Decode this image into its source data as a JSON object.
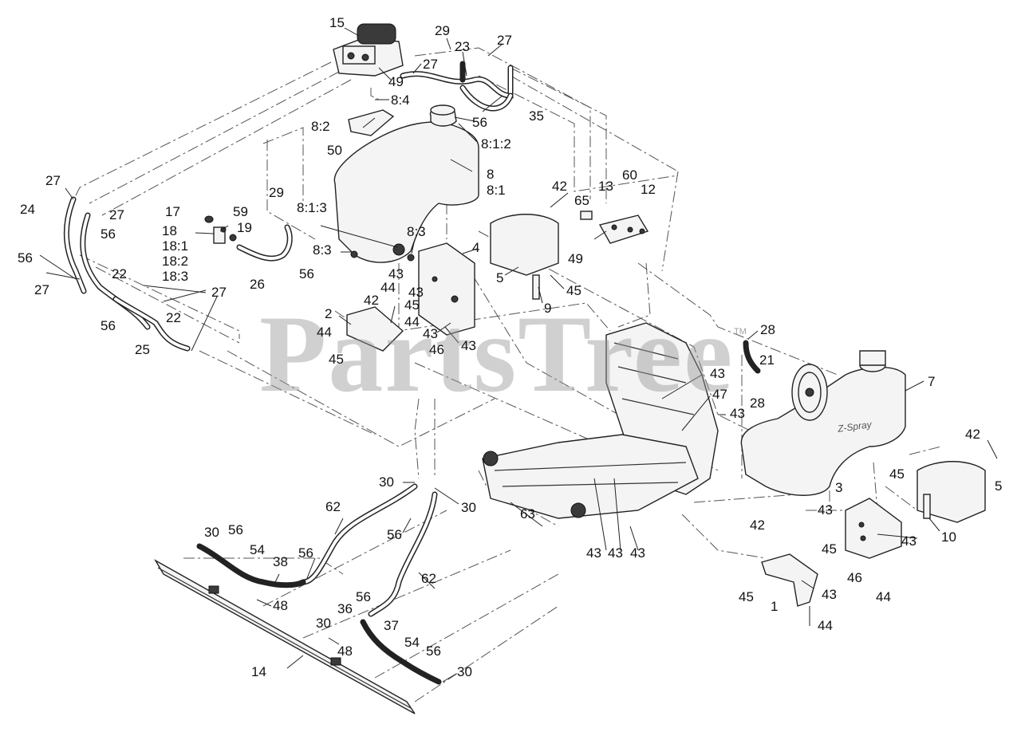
{
  "watermark": "PartsTree",
  "watermark_tm": "TM",
  "brand_logo": "Z-Spray",
  "callouts": [
    {
      "id": "c15",
      "text": "15"
    },
    {
      "id": "c29a",
      "text": "29"
    },
    {
      "id": "c27a",
      "text": "27"
    },
    {
      "id": "c23",
      "text": "23"
    },
    {
      "id": "c27b",
      "text": "27"
    },
    {
      "id": "c49a",
      "text": "49"
    },
    {
      "id": "c8_4",
      "text": "8:4"
    },
    {
      "id": "c56a",
      "text": "56"
    },
    {
      "id": "c35",
      "text": "35"
    },
    {
      "id": "c8_2",
      "text": "8:2"
    },
    {
      "id": "c50",
      "text": "50"
    },
    {
      "id": "c8_1_2",
      "text": "8:1:2"
    },
    {
      "id": "c8",
      "text": "8"
    },
    {
      "id": "c8_1",
      "text": "8:1"
    },
    {
      "id": "c27c",
      "text": "27"
    },
    {
      "id": "c24",
      "text": "24"
    },
    {
      "id": "c27d",
      "text": "27"
    },
    {
      "id": "c56b",
      "text": "56"
    },
    {
      "id": "c29b",
      "text": "29"
    },
    {
      "id": "c17",
      "text": "17"
    },
    {
      "id": "c59",
      "text": "59"
    },
    {
      "id": "c19",
      "text": "19"
    },
    {
      "id": "c18",
      "text": "18"
    },
    {
      "id": "c18_1",
      "text": "18:1"
    },
    {
      "id": "c18_2",
      "text": "18:2"
    },
    {
      "id": "c18_3",
      "text": "18:3"
    },
    {
      "id": "c8_1_3",
      "text": "8:1:3"
    },
    {
      "id": "c8_3a",
      "text": "8:3"
    },
    {
      "id": "c8_3b",
      "text": "8:3"
    },
    {
      "id": "c56c",
      "text": "56"
    },
    {
      "id": "c26",
      "text": "26"
    },
    {
      "id": "c56d",
      "text": "56"
    },
    {
      "id": "c27e",
      "text": "27"
    },
    {
      "id": "c22a",
      "text": "22"
    },
    {
      "id": "c27f",
      "text": "27"
    },
    {
      "id": "c56e",
      "text": "56"
    },
    {
      "id": "c22b",
      "text": "22"
    },
    {
      "id": "c25",
      "text": "25"
    },
    {
      "id": "c42a",
      "text": "42"
    },
    {
      "id": "c65",
      "text": "65"
    },
    {
      "id": "c13",
      "text": "13"
    },
    {
      "id": "c60",
      "text": "60"
    },
    {
      "id": "c12",
      "text": "12"
    },
    {
      "id": "c49b",
      "text": "49"
    },
    {
      "id": "c4",
      "text": "4"
    },
    {
      "id": "c5a",
      "text": "5"
    },
    {
      "id": "c45a",
      "text": "45"
    },
    {
      "id": "c9",
      "text": "9"
    },
    {
      "id": "c43a",
      "text": "43"
    },
    {
      "id": "c44a",
      "text": "44"
    },
    {
      "id": "c43b",
      "text": "43"
    },
    {
      "id": "c45b",
      "text": "45"
    },
    {
      "id": "c44b",
      "text": "44"
    },
    {
      "id": "c43c",
      "text": "43"
    },
    {
      "id": "c46a",
      "text": "46"
    },
    {
      "id": "c43d",
      "text": "43"
    },
    {
      "id": "c42b",
      "text": "42"
    },
    {
      "id": "c2",
      "text": "2"
    },
    {
      "id": "c44c",
      "text": "44"
    },
    {
      "id": "c45c",
      "text": "45"
    },
    {
      "id": "c28a",
      "text": "28"
    },
    {
      "id": "c21",
      "text": "21"
    },
    {
      "id": "c43e",
      "text": "43"
    },
    {
      "id": "c47",
      "text": "47"
    },
    {
      "id": "c43f",
      "text": "43"
    },
    {
      "id": "c28b",
      "text": "28"
    },
    {
      "id": "c7",
      "text": "7"
    },
    {
      "id": "c42c",
      "text": "42"
    },
    {
      "id": "c45d",
      "text": "45"
    },
    {
      "id": "c5b",
      "text": "5"
    },
    {
      "id": "c3",
      "text": "3"
    },
    {
      "id": "c43g",
      "text": "43"
    },
    {
      "id": "c10",
      "text": "10"
    },
    {
      "id": "c45e",
      "text": "45"
    },
    {
      "id": "c43h",
      "text": "43"
    },
    {
      "id": "c42d",
      "text": "42"
    },
    {
      "id": "c46b",
      "text": "46"
    },
    {
      "id": "c43i",
      "text": "43"
    },
    {
      "id": "c44d",
      "text": "44"
    },
    {
      "id": "c45f",
      "text": "45"
    },
    {
      "id": "c1",
      "text": "1"
    },
    {
      "id": "c44e",
      "text": "44"
    },
    {
      "id": "c30a",
      "text": "30"
    },
    {
      "id": "c30b",
      "text": "30"
    },
    {
      "id": "c62a",
      "text": "62"
    },
    {
      "id": "c63",
      "text": "63"
    },
    {
      "id": "c43j",
      "text": "43"
    },
    {
      "id": "c43k",
      "text": "43"
    },
    {
      "id": "c43l",
      "text": "43"
    },
    {
      "id": "c56f",
      "text": "56"
    },
    {
      "id": "c30c",
      "text": "30"
    },
    {
      "id": "c56g",
      "text": "56"
    },
    {
      "id": "c54a",
      "text": "54"
    },
    {
      "id": "c38",
      "text": "38"
    },
    {
      "id": "c56h",
      "text": "56"
    },
    {
      "id": "c62b",
      "text": "62"
    },
    {
      "id": "c48a",
      "text": "48"
    },
    {
      "id": "c56i",
      "text": "56"
    },
    {
      "id": "c36",
      "text": "36"
    },
    {
      "id": "c30d",
      "text": "30"
    },
    {
      "id": "c37",
      "text": "37"
    },
    {
      "id": "c48b",
      "text": "48"
    },
    {
      "id": "c54b",
      "text": "54"
    },
    {
      "id": "c56j",
      "text": "56"
    },
    {
      "id": "c14",
      "text": "14"
    },
    {
      "id": "c30e",
      "text": "30"
    }
  ]
}
